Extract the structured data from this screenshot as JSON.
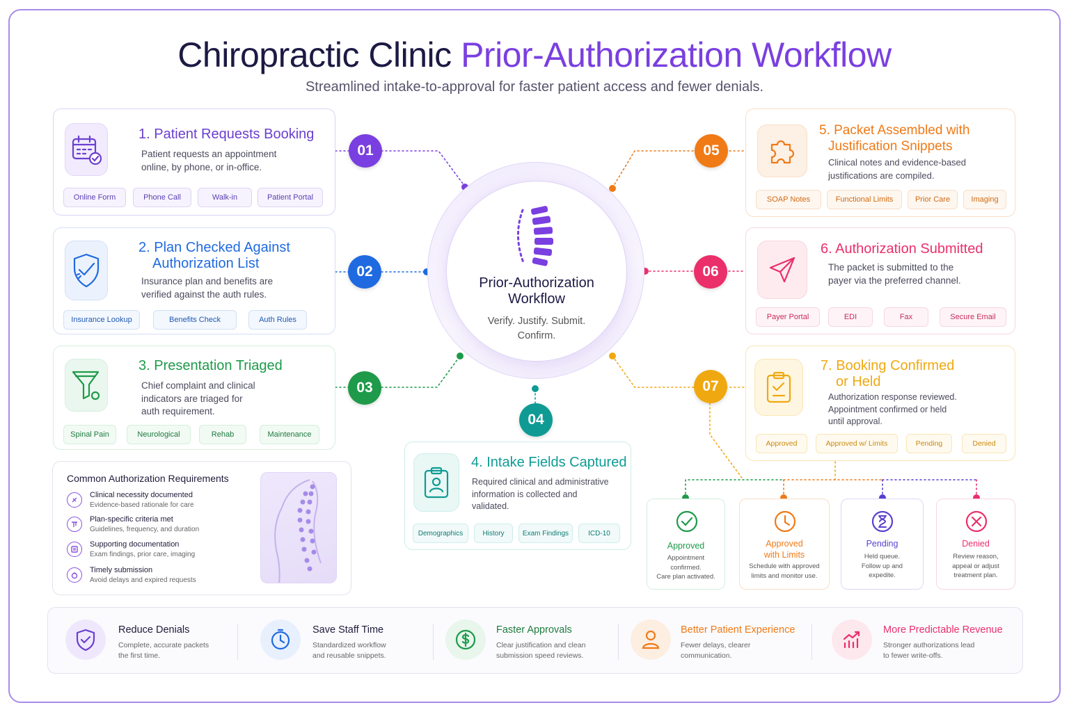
{
  "header": {
    "title_main": "Chiropractic Clinic",
    "title_accent": "Prior-Authorization Workflow",
    "subtitle": "Streamlined intake-to-approval for faster patient access and fewer denials."
  },
  "center": {
    "title_line1": "Prior-Authorization",
    "title_line2": "Workflow",
    "tagline_line1": "Verify. Justify. Submit.",
    "tagline_line2": "Confirm."
  },
  "steps": [
    {
      "num": "01",
      "title_line1": "1. Patient Requests Booking",
      "title_line2": "",
      "desc": [
        "Patient requests an appointment",
        "online, by phone, or in-office."
      ],
      "chips": [
        "Online Form",
        "Phone Call",
        "Walk-in",
        "Patient Portal"
      ],
      "color": "#7a3fe0",
      "icon": "calendar-check-icon"
    },
    {
      "num": "02",
      "title_line1": "2. Plan Checked Against",
      "title_line2": "Authorization List",
      "desc": [
        "Insurance plan and benefits are",
        "verified against the auth rules."
      ],
      "chips": [
        "Insurance Lookup",
        "Benefits Check",
        "Auth Rules"
      ],
      "color": "#1f6ae0",
      "icon": "shield-check-icon"
    },
    {
      "num": "03",
      "title_line1": "3. Presentation Triaged",
      "title_line2": "",
      "desc": [
        "Chief complaint and clinical",
        "indicators are triaged for",
        "auth requirement."
      ],
      "chips": [
        "Spinal Pain",
        "Neurological",
        "Rehab",
        "Maintenance"
      ],
      "color": "#1e9a4a",
      "icon": "funnel-icon"
    },
    {
      "num": "04",
      "title_line1": "4. Intake Fields Captured",
      "title_line2": "",
      "desc": [
        "Required clinical and administrative",
        "information is collected and",
        "validated."
      ],
      "chips": [
        "Demographics",
        "History",
        "Exam Findings",
        "ICD-10"
      ],
      "color": "#0f9b94",
      "icon": "clipboard-user-icon"
    },
    {
      "num": "05",
      "title_line1": "5. Packet Assembled with",
      "title_line2": "Justification Snippets",
      "desc": [
        "Clinical notes and evidence-based",
        "justifications are compiled."
      ],
      "chips": [
        "SOAP Notes",
        "Functional Limits",
        "Prior Care",
        "Imaging"
      ],
      "color": "#f07a16",
      "icon": "puzzle-icon"
    },
    {
      "num": "06",
      "title_line1": "6. Authorization Submitted",
      "title_line2": "",
      "desc": [
        "The packet is submitted to the",
        "payer via the preferred channel."
      ],
      "chips": [
        "Payer Portal",
        "EDI",
        "Fax",
        "Secure Email"
      ],
      "color": "#ea2f6a",
      "icon": "paper-plane-icon"
    },
    {
      "num": "07",
      "title_line1": "7. Booking Confirmed",
      "title_line2": "or Held",
      "desc": [
        "Authorization response reviewed.",
        "Appointment confirmed or held",
        "until approval."
      ],
      "chips": [
        "Approved",
        "Approved w/ Limits",
        "Pending",
        "Denied"
      ],
      "color": "#f0a810",
      "icon": "clipboard-check-icon"
    }
  ],
  "requirements": {
    "title": "Common Authorization Requirements",
    "items": [
      {
        "title": "Clinical necessity documented",
        "sub": "Evidence-based rationale for care",
        "icon": "medical-icon"
      },
      {
        "title": "Plan-specific criteria met",
        "sub": "Guidelines, frequency, and duration",
        "icon": "criteria-icon"
      },
      {
        "title": "Supporting documentation",
        "sub": "Exam findings, prior care, imaging",
        "icon": "document-icon"
      },
      {
        "title": "Timely submission",
        "sub": "Avoid delays and expired requests",
        "icon": "timer-icon"
      }
    ]
  },
  "outcomes": [
    {
      "title_line1": "Approved",
      "title_line2": "",
      "desc": [
        "Appointment confirmed.",
        "Care plan activated."
      ],
      "color": "#1e9a4a",
      "icon": "check-circle-icon"
    },
    {
      "title_line1": "Approved",
      "title_line2": "with Limits",
      "desc": [
        "Schedule with approved",
        "limits and monitor use."
      ],
      "color": "#f07a16",
      "icon": "clock-icon"
    },
    {
      "title_line1": "Pending",
      "title_line2": "",
      "desc": [
        "Held queue.",
        "Follow up and",
        "expedite."
      ],
      "color": "#5a3fd0",
      "icon": "hourglass-icon"
    },
    {
      "title_line1": "Denied",
      "title_line2": "",
      "desc": [
        "Review reason,",
        "appeal or adjust",
        "treatment plan."
      ],
      "color": "#ea2f6a",
      "icon": "x-circle-icon"
    }
  ],
  "benefits": [
    {
      "title": "Reduce Denials",
      "desc": [
        "Complete, accurate packets",
        "the first time."
      ],
      "color": "#6a3fd0",
      "icon": "shield-check-icon"
    },
    {
      "title": "Save Staff Time",
      "desc": [
        "Standardized workflow",
        "and reusable snippets."
      ],
      "color": "#1f6ae0",
      "icon": "stopwatch-icon"
    },
    {
      "title": "Faster Approvals",
      "desc": [
        "Clear justification and clean",
        "submission speed reviews."
      ],
      "color": "#1e9a4a",
      "icon": "dollar-icon"
    },
    {
      "title": "Better Patient Experience",
      "desc": [
        "Fewer delays, clearer",
        "communication."
      ],
      "color": "#f07a16",
      "icon": "person-icon"
    },
    {
      "title": "More Predictable Revenue",
      "desc": [
        "Stronger authorizations lead",
        "to fewer write-offs."
      ],
      "color": "#ea2f6a",
      "icon": "chart-up-icon"
    }
  ]
}
